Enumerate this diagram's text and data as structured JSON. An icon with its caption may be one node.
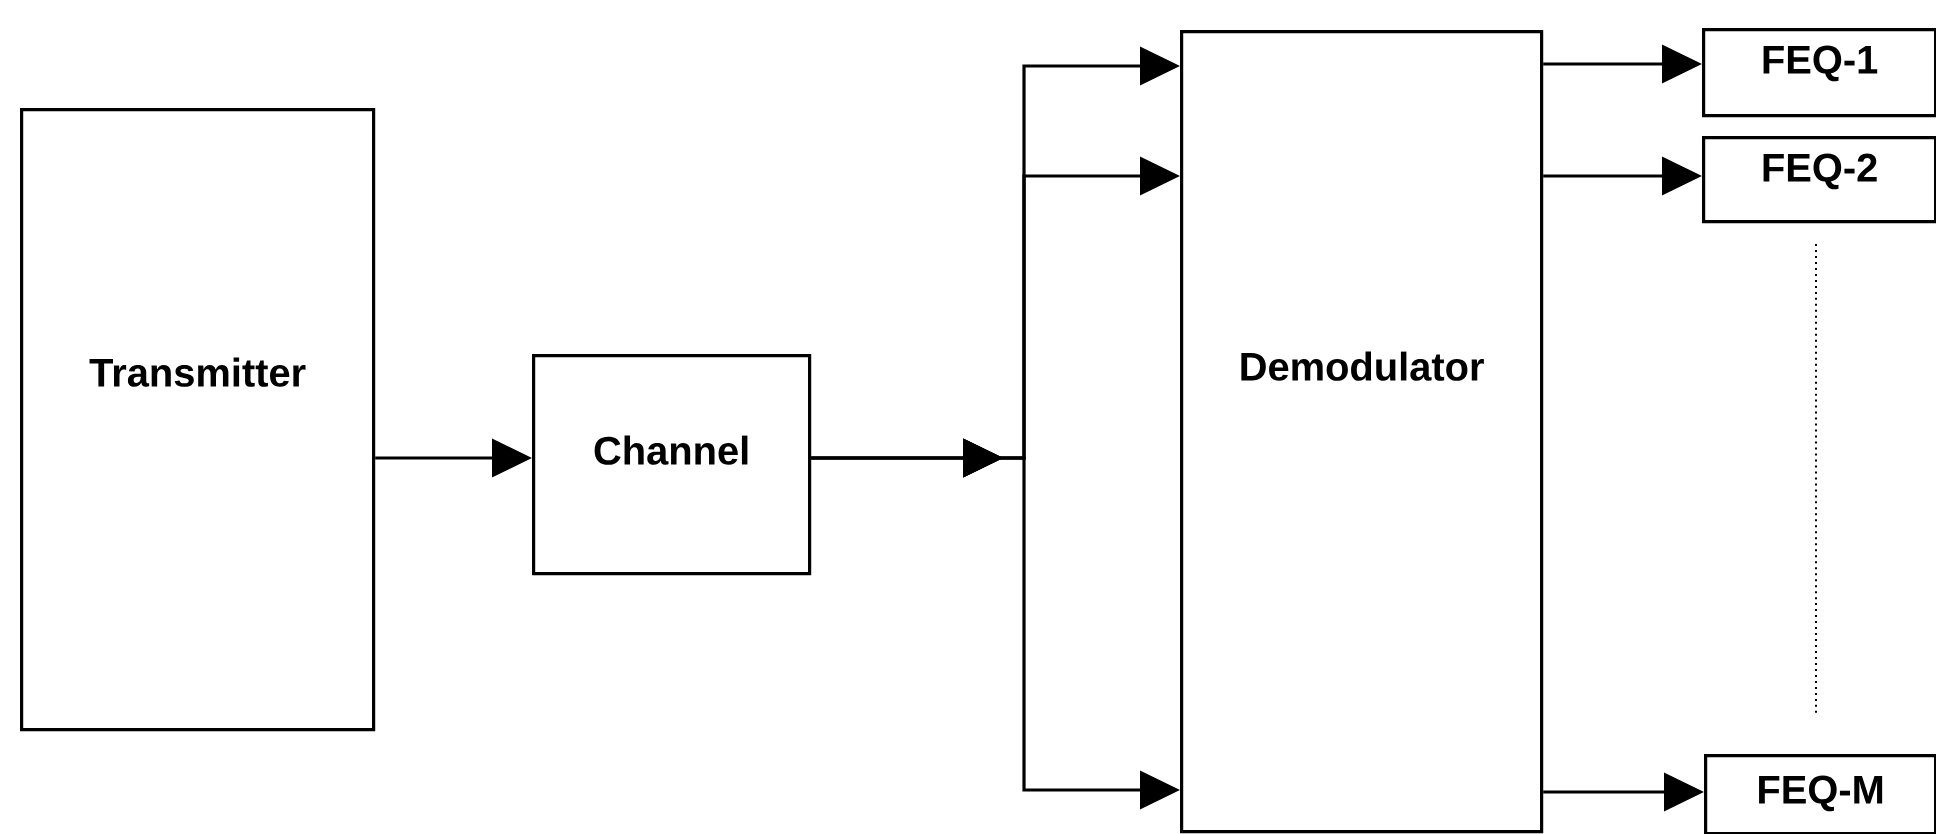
{
  "diagram": {
    "nodes": [
      {
        "text": [
          "Transmitter"
        ]
      },
      {
        "text": [
          "Channel"
        ]
      },
      {
        "text": [
          "Demodulator"
        ]
      },
      {
        "text": [
          "FEQ-1"
        ]
      },
      {
        "text": [
          "FEQ-2"
        ]
      },
      {
        "text": [
          "FEQ-M"
        ]
      }
    ],
    "edges": [
      {
        "from": 0,
        "to": 1,
        "arrow": "to"
      },
      {
        "from": 1,
        "to": 2,
        "arrow": "to"
      },
      {
        "from": 1,
        "to": 2,
        "arrow": "to"
      },
      {
        "from": 1,
        "to": 2,
        "arrow": "to"
      },
      {
        "from": 2,
        "to": 3,
        "arrow": "to"
      },
      {
        "from": 2,
        "to": 4,
        "arrow": "to"
      },
      {
        "from": 2,
        "to": 5,
        "arrow": "to"
      }
    ]
  }
}
